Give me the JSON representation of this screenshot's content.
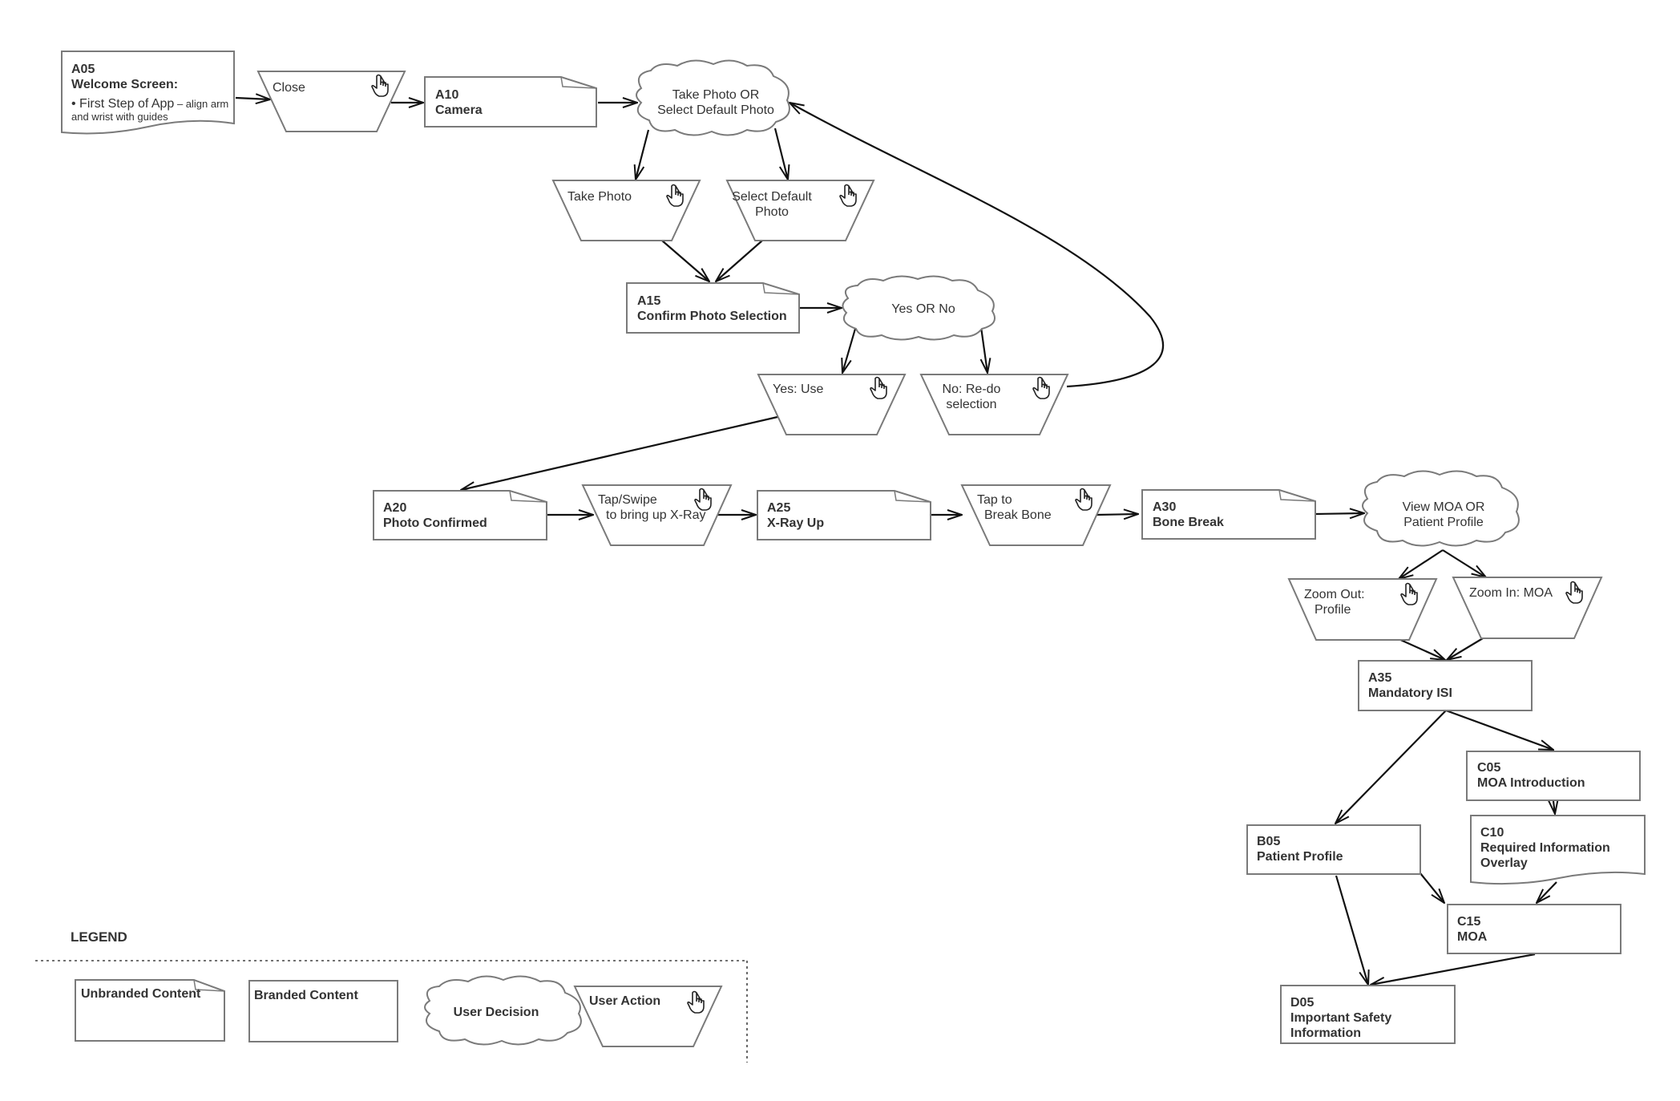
{
  "nodes": {
    "a05": {
      "code": "A05",
      "title": "Welcome Screen:",
      "bullet_main": "• First Step of App",
      "bullet_rest": " – align arm",
      "bullet_line2": "and wrist with guides"
    },
    "close": {
      "label": "Close"
    },
    "a10": {
      "code": "A10",
      "title": "Camera"
    },
    "take_or_select": {
      "line1": "Take Photo OR",
      "line2": "Select Default Photo"
    },
    "take_photo": {
      "label": "Take Photo"
    },
    "select_default": {
      "line1": "Select Default",
      "line2": "Photo"
    },
    "a15": {
      "code": "A15",
      "title": "Confirm Photo Selection"
    },
    "yes_or_no": {
      "label": "Yes OR No"
    },
    "yes_use": {
      "label": "Yes: Use"
    },
    "no_redo": {
      "line1": "No: Re-do",
      "line2": "selection"
    },
    "a20": {
      "code": "A20",
      "title": "Photo Confirmed"
    },
    "tap_swipe": {
      "line1": "Tap/Swipe",
      "line2": "to bring up X-Ray"
    },
    "a25": {
      "code": "A25",
      "title": "X-Ray Up"
    },
    "tap_break": {
      "line1": "Tap to",
      "line2": "Break Bone"
    },
    "a30": {
      "code": "A30",
      "title": "Bone Break"
    },
    "view_moa": {
      "line1": "View MOA OR",
      "line2": "Patient Profile"
    },
    "zoom_out": {
      "line1": "Zoom Out:",
      "line2": "Profile"
    },
    "zoom_in": {
      "label": "Zoom In: MOA"
    },
    "a35": {
      "code": "A35",
      "title": "Mandatory ISI"
    },
    "c05": {
      "code": "C05",
      "title": "MOA Introduction"
    },
    "c10": {
      "code": "C10",
      "line1": "Required Information",
      "line2": "Overlay"
    },
    "b05": {
      "code": "B05",
      "title": "Patient Profile"
    },
    "c15": {
      "code": "C15",
      "title": "MOA"
    },
    "d05": {
      "code": "D05",
      "line1": "Important Safety",
      "line2": "Information"
    }
  },
  "legend": {
    "title": "LEGEND",
    "unbranded": "Unbranded Content",
    "branded": "Branded Content",
    "user_decision": "User Decision",
    "user_action": "User Action"
  }
}
